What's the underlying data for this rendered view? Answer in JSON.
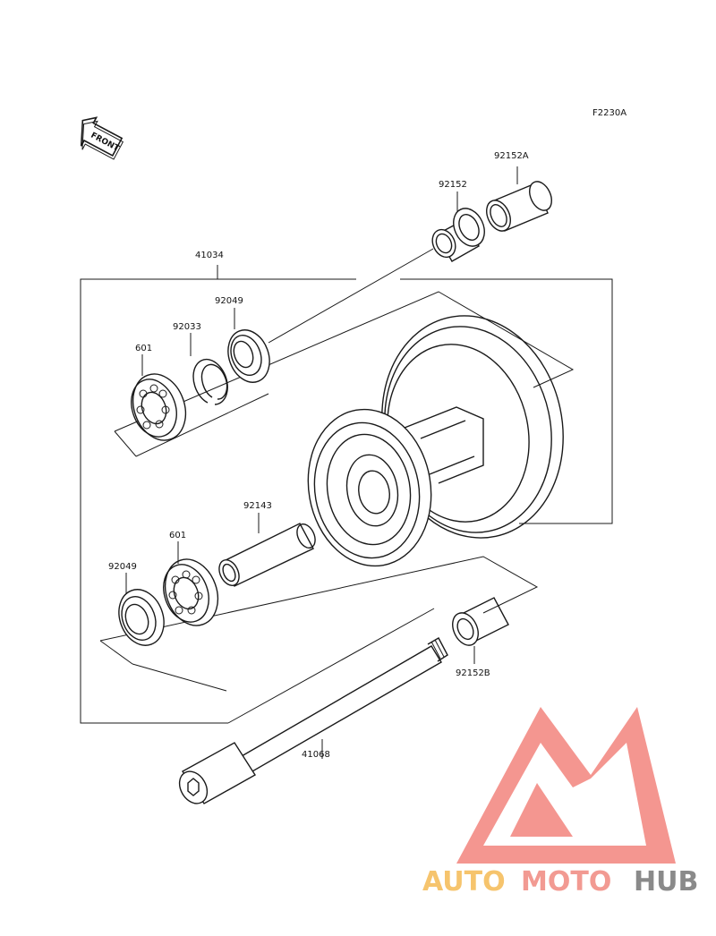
{
  "figure_code": "F2230A",
  "front_label": "FRONT",
  "labels": {
    "p41034": "41034",
    "p92152A": "92152A",
    "p92152": "92152",
    "p92049_top": "92049",
    "p92033": "92033",
    "p601_top": "601",
    "p92143": "92143",
    "p601_bottom": "601",
    "p92049_bottom": "92049",
    "p92152B": "92152B",
    "p41068": "41068"
  },
  "watermark": {
    "part1": "AUTO",
    "part2": "MOTO",
    "part3": "HUB",
    "colors": {
      "auto": "#f6c46d",
      "moto": "#f29a92",
      "hub": "#8a8a8a",
      "triangle": "#f2847c"
    }
  }
}
